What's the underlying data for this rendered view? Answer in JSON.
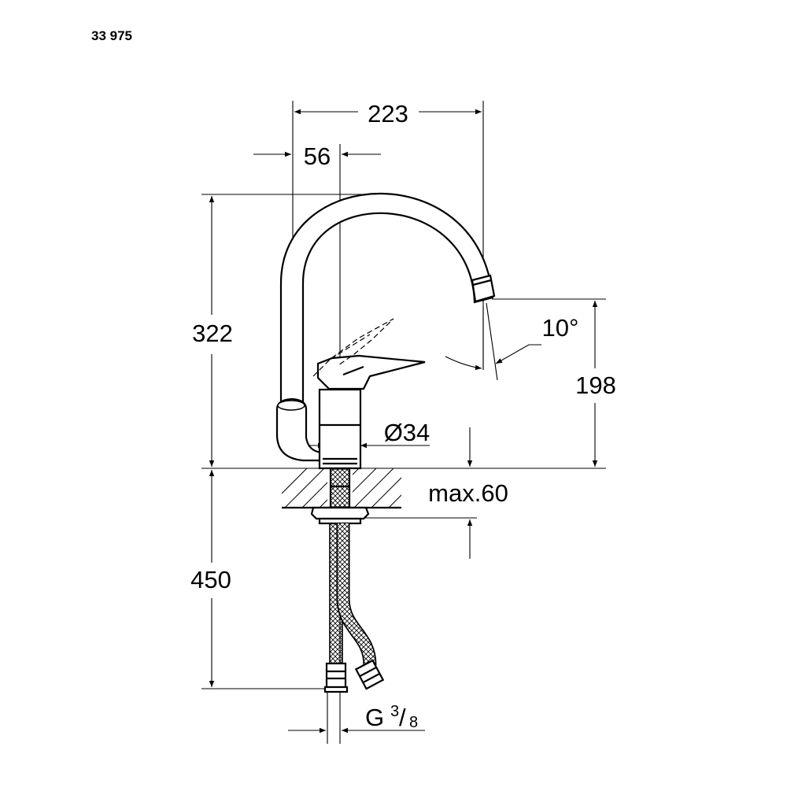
{
  "model_number": "33 975",
  "dimensions": {
    "spout_reach": "223",
    "handle_offset": "56",
    "total_height": "322",
    "spout_height": "198",
    "tilt_angle": "10°",
    "diameter": "Ø34",
    "max_counter_thickness": "max.60",
    "hose_length": "450",
    "connection_prefix": "G",
    "connection_num": "3",
    "connection_den": "8"
  },
  "colors": {
    "line": "#000000",
    "background": "#ffffff"
  }
}
